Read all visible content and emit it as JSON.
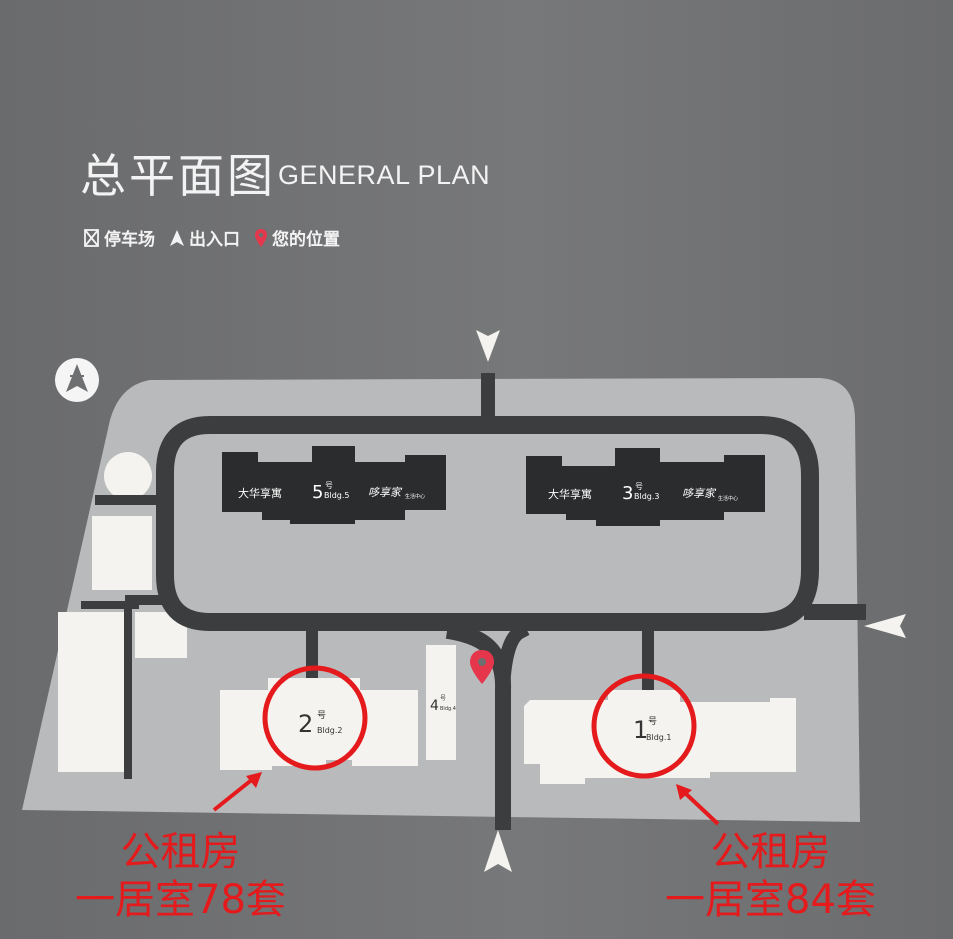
{
  "title": {
    "cn": "总平面图",
    "en": "GENERAL PLAN"
  },
  "legend": {
    "parking": "停车场",
    "entrance": "出入口",
    "location": "您的位置"
  },
  "buildings": {
    "b5": {
      "num": "5",
      "hao": "号",
      "bldg": "Bldg.5",
      "name": "大华享寓",
      "brand": "哆享家",
      "sub": "生活中心"
    },
    "b3": {
      "num": "3",
      "hao": "号",
      "bldg": "Bldg.3",
      "name": "大华享寓",
      "brand": "哆享家",
      "sub": "生活中心"
    },
    "b4": {
      "num": "4",
      "hao": "号",
      "bldg": "Bldg.4"
    },
    "b2": {
      "num": "2",
      "hao": "号",
      "bldg": "Bldg.2"
    },
    "b1": {
      "num": "1",
      "hao": "号",
      "bldg": "Bldg.1"
    }
  },
  "annotations": {
    "left": {
      "line1": "公租房",
      "line2": "一居室78套"
    },
    "right": {
      "line1": "公租房",
      "line2": "一居室84套"
    }
  },
  "colors": {
    "board": "#6e6f71",
    "site": "#b9babc",
    "road": "#3c3d3f",
    "building_dark": "#2b2c2e",
    "building_light": "#f4f3ef",
    "highlight": "#e41a1c",
    "location_pin": "#e5364b"
  },
  "icons": {
    "north": "north-arrow-icon",
    "entrance": "entrance-arrow-icon",
    "parking": "parking-icon",
    "location": "location-pin-icon"
  }
}
